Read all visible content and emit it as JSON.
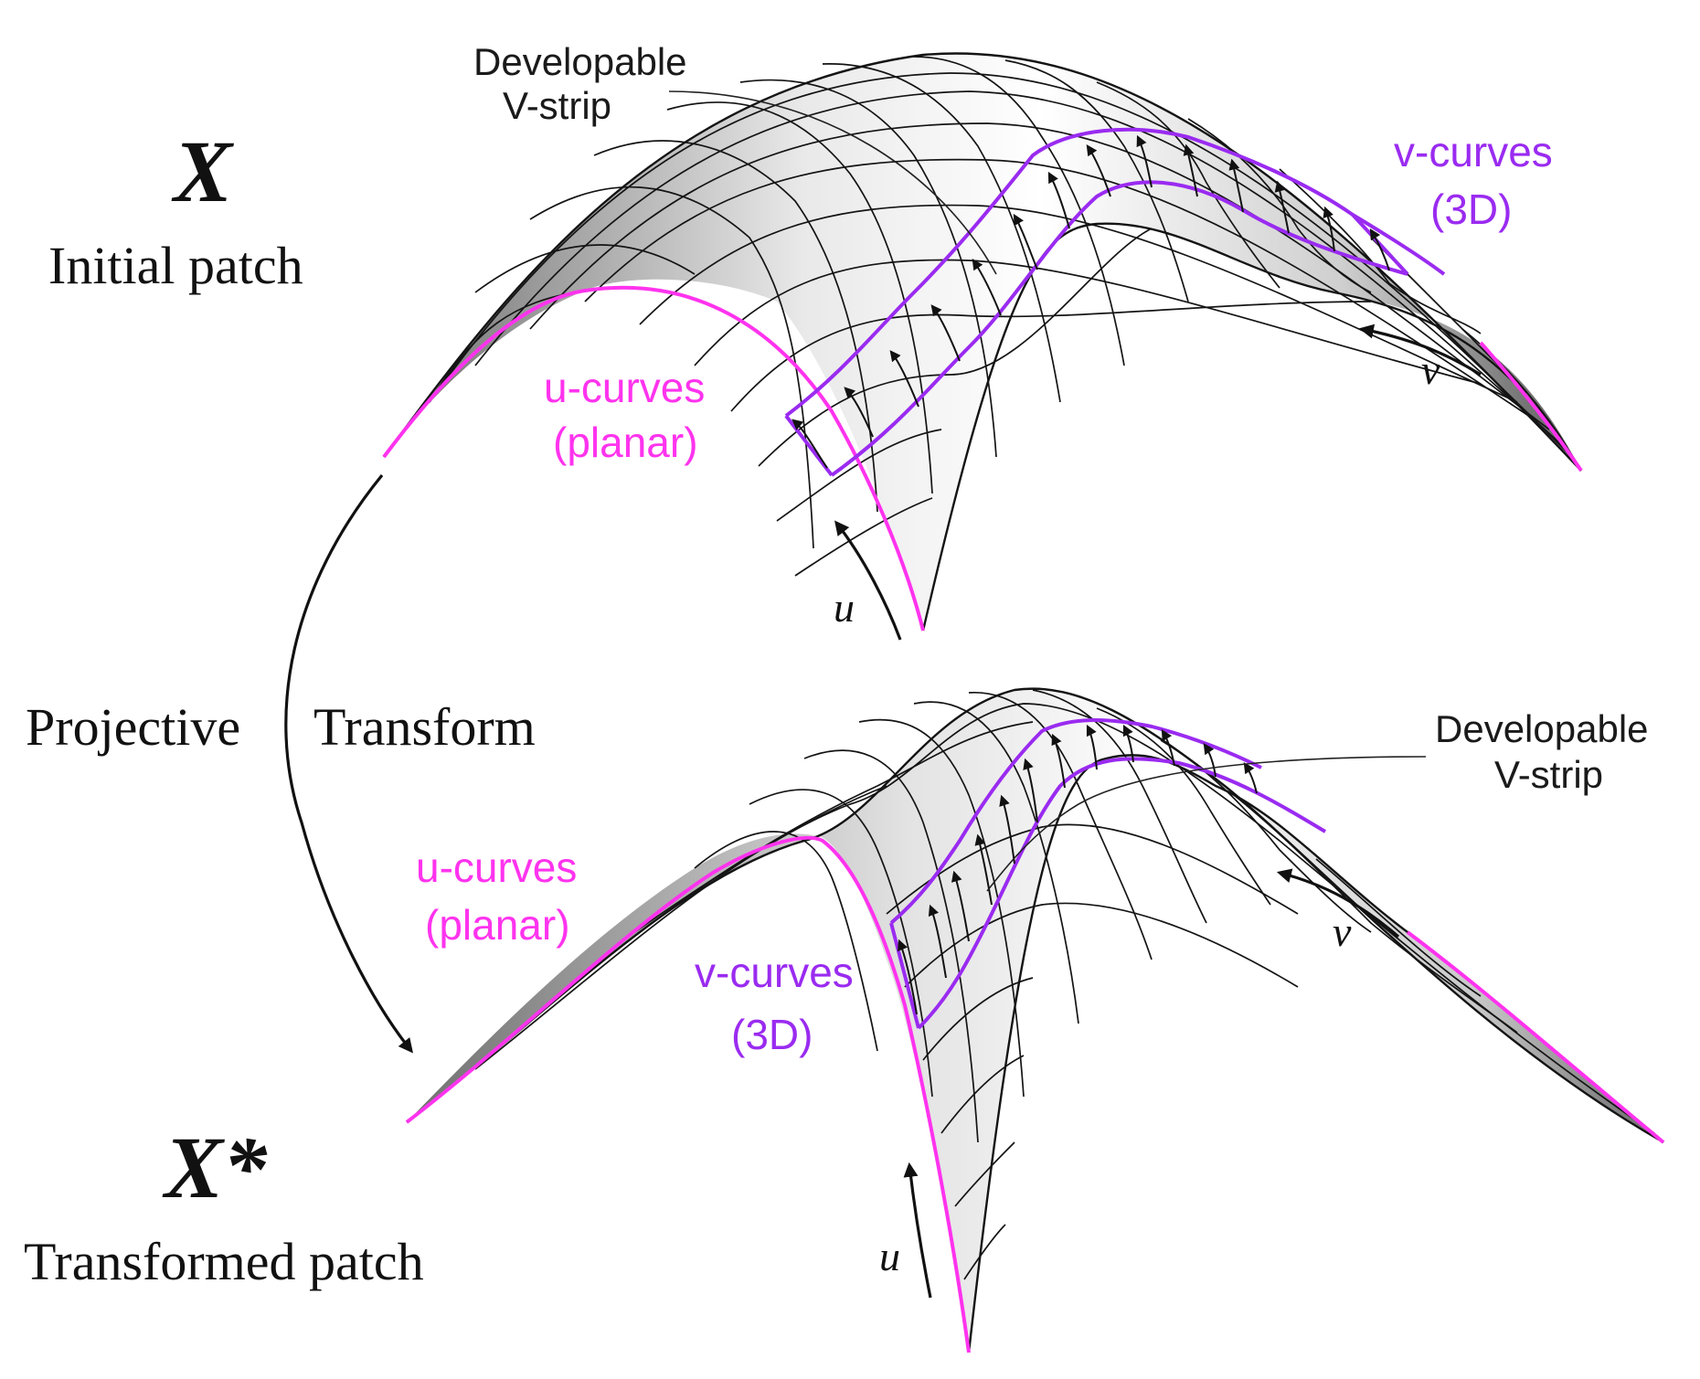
{
  "top": {
    "symbol": "X",
    "caption": "Initial patch",
    "annotation_line1": "Developable",
    "annotation_line2": "V-strip",
    "ucurves_line1": "u-curves",
    "ucurves_line2": "(planar)",
    "vcurves_line1": "v-curves",
    "vcurves_line2": "(3D)",
    "u_label": "u",
    "v_label": "v"
  },
  "middle": {
    "transform_word1": "Projective",
    "transform_word2": "Transform"
  },
  "bottom": {
    "symbol": "X*",
    "caption": "Transformed patch",
    "annotation_line1": "Developable",
    "annotation_line2": "V-strip",
    "ucurves_line1": "u-curves",
    "ucurves_line2": "(planar)",
    "vcurves_line1": "v-curves",
    "vcurves_line2": "(3D)",
    "u_label": "u",
    "v_label": "v"
  },
  "colors": {
    "u_curve": "#ff33ee",
    "v_curve": "#9a2bf0",
    "grid": "#141414"
  }
}
